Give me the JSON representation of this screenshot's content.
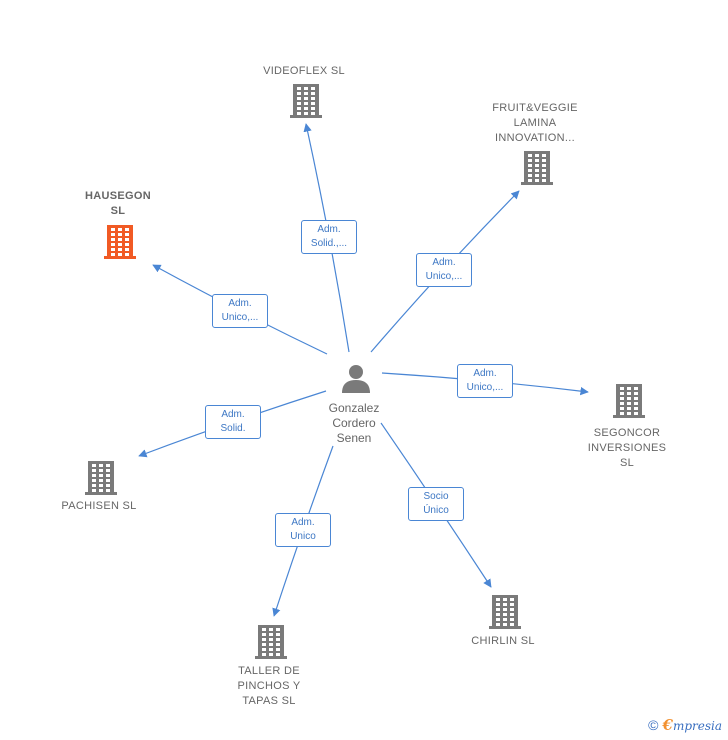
{
  "center": {
    "label": "Gonzalez\nCordero\nSenen"
  },
  "nodes": [
    {
      "id": "videoflex",
      "label": "VIDEOFLEX SL",
      "highlight": false
    },
    {
      "id": "fruit",
      "label": "FRUIT&VEGGIE\nLAMINA\nINNOVATION...",
      "highlight": false
    },
    {
      "id": "hausegon",
      "label": "HAUSEGON\nSL",
      "highlight": true
    },
    {
      "id": "segoncor",
      "label": "SEGONCOR\nINVERSIONES\nSL",
      "highlight": false
    },
    {
      "id": "pachisen",
      "label": "PACHISEN  SL",
      "highlight": false
    },
    {
      "id": "chirlin",
      "label": "CHIRLIN  SL",
      "highlight": false
    },
    {
      "id": "taller",
      "label": "TALLER DE\nPINCHOS Y\nTAPAS SL",
      "highlight": false
    }
  ],
  "edges": [
    {
      "to": "videoflex",
      "label": "Adm.\nSolid.,..."
    },
    {
      "to": "fruit",
      "label": "Adm.\nUnico,..."
    },
    {
      "to": "hausegon",
      "label": "Adm.\nUnico,..."
    },
    {
      "to": "segoncor",
      "label": "Adm.\nUnico,..."
    },
    {
      "to": "pachisen",
      "label": "Adm.\nSolid."
    },
    {
      "to": "chirlin",
      "label": "Socio\nÚnico"
    },
    {
      "to": "taller",
      "label": "Adm.\nUnico"
    }
  ],
  "colors": {
    "edge": "#4a86d4",
    "building": "#7a7a7a",
    "building_highlight": "#f15a24",
    "person": "#7a7a7a"
  },
  "footer": {
    "copyright": "©",
    "brand_initial": "€",
    "brand_rest": "mpresia"
  }
}
